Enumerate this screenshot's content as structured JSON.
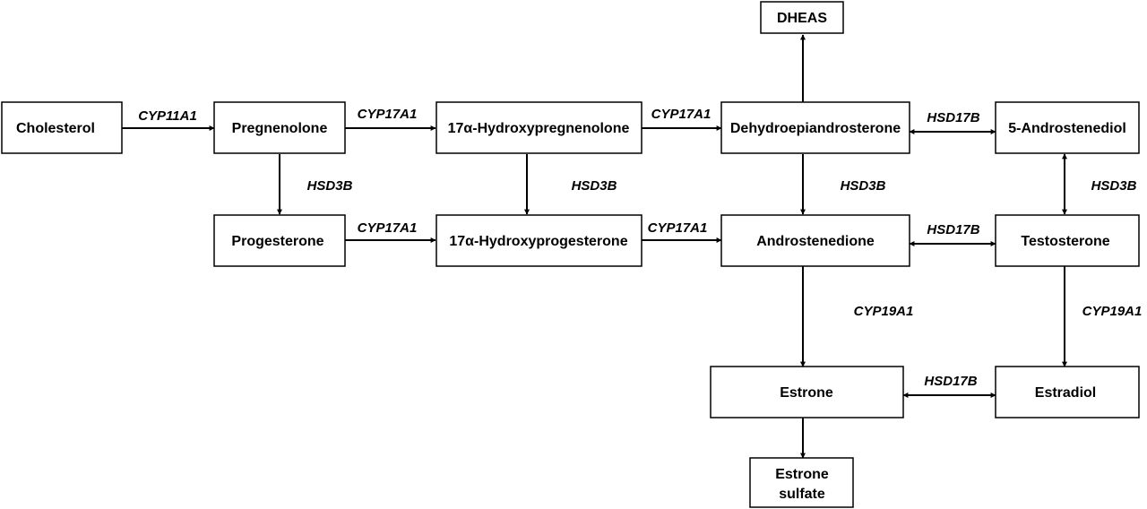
{
  "nodes": {
    "dheas": "DHEAS",
    "cholesterol": "Cholesterol",
    "pregnenolone": "Pregnenolone",
    "hydroxypregnenolone": "17α-Hydroxypregnenolone",
    "dhea": "Dehydroepiandrosterone",
    "androstenediol": "5-Androstenediol",
    "progesterone": "Progesterone",
    "hydroxyprogesterone": "17α-Hydroxyprogesterone",
    "androstenedione": "Androstenedione",
    "testosterone": "Testosterone",
    "estrone": "Estrone",
    "estradiol": "Estradiol",
    "estrone_sulfate_line1": "Estrone",
    "estrone_sulfate_line2": "sulfate"
  },
  "enzymes": {
    "cyp11a1": "CYP11A1",
    "cyp17a1_preg_to_ohpreg": "CYP17A1",
    "cyp17a1_ohpreg_to_dhea": "CYP17A1",
    "cyp17a1_prog_to_ohprog": "CYP17A1",
    "cyp17a1_ohprog_to_andro": "CYP17A1",
    "hsd3b_preg_to_prog": "HSD3B",
    "hsd3b_ohpreg_to_ohprog": "HSD3B",
    "hsd3b_dhea_to_andro": "HSD3B",
    "hsd3b_adiol_testo": "HSD3B",
    "hsd17b_dhea_adiol": "HSD17B",
    "hsd17b_andro_testo": "HSD17B",
    "hsd17b_estrone_estradiol": "HSD17B",
    "cyp19a1_andro_to_estrone": "CYP19A1",
    "cyp19a1_testo_to_estradiol": "CYP19A1"
  }
}
